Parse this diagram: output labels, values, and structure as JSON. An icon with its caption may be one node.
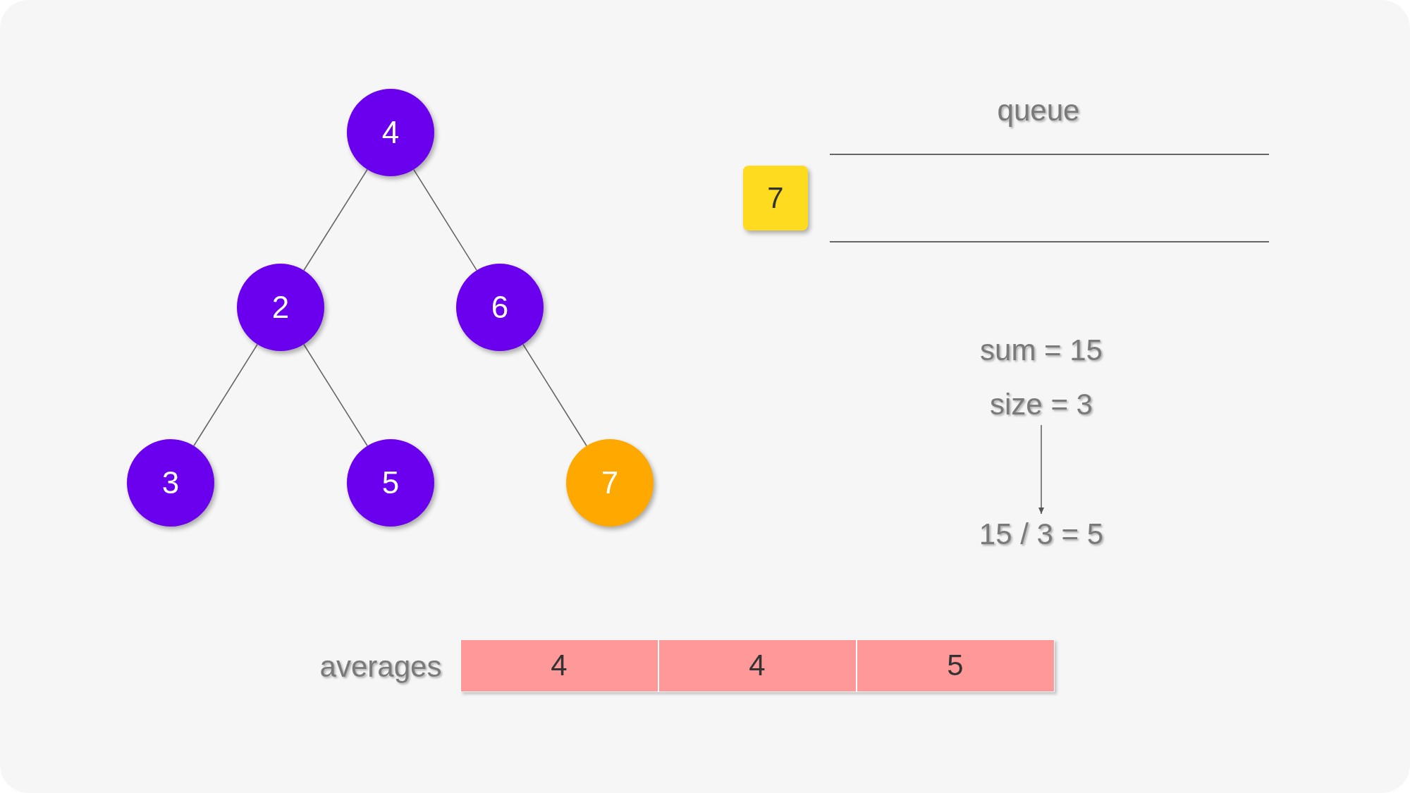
{
  "diagram": {
    "nodes": [
      {
        "text": [
          "4"
        ]
      },
      {
        "text": [
          "2"
        ]
      },
      {
        "text": [
          "6"
        ]
      },
      {
        "text": [
          "3"
        ]
      },
      {
        "text": [
          "5"
        ]
      },
      {
        "text": [
          "7"
        ]
      },
      {
        "text": [
          "7"
        ]
      },
      {
        "text": [
          "size = 3"
        ]
      },
      {
        "text": [
          "15 / 3 = 5"
        ]
      },
      {
        "text": [
          "4"
        ]
      },
      {
        "text": [
          "4"
        ]
      },
      {
        "text": [
          "5"
        ]
      }
    ],
    "edges": [
      {
        "from": 0,
        "to": 1,
        "arrow": "none"
      },
      {
        "from": 0,
        "to": 2,
        "arrow": "none"
      },
      {
        "from": 1,
        "to": 3,
        "arrow": "none"
      },
      {
        "from": 1,
        "to": 4,
        "arrow": "none"
      },
      {
        "from": 2,
        "to": 5,
        "arrow": "none"
      },
      {
        "from": 7,
        "to": 8,
        "arrow": "to"
      }
    ],
    "labels": [
      "queue",
      "sum = 15",
      "averages"
    ]
  }
}
